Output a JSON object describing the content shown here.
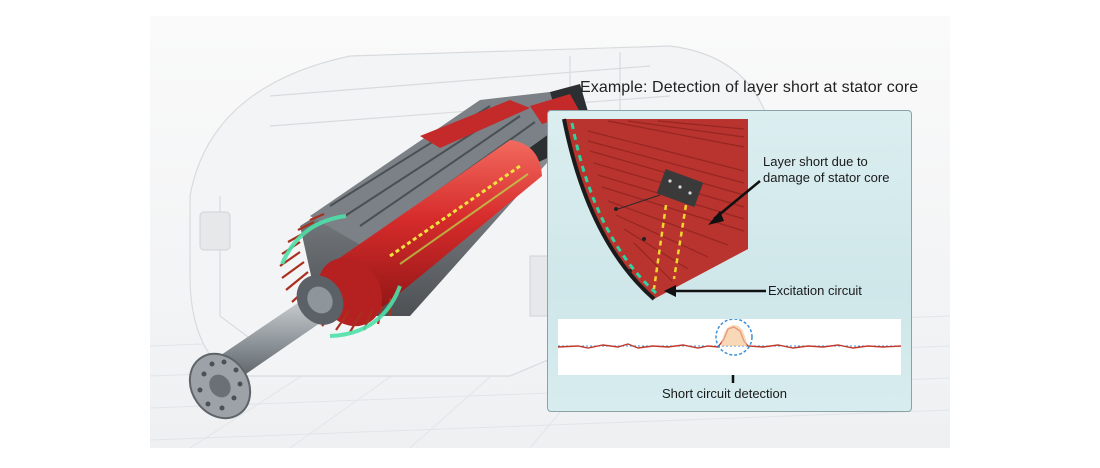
{
  "title": "Example: Detection of layer short at stator core",
  "callouts": {
    "layer_short": "Layer short due to damage of stator core",
    "excitation": "Excitation circuit",
    "detection": "Short circuit detection"
  },
  "colors": {
    "rotor_red": "#d62b2b",
    "stator_core_red": "#b9332f",
    "coil_glow_green": "#4de0a8",
    "dashed_green": "#2fd3a0",
    "dashed_yellow": "#f2d62e",
    "signal_red": "#c0392b",
    "panel_bg": "#d4eaec"
  }
}
